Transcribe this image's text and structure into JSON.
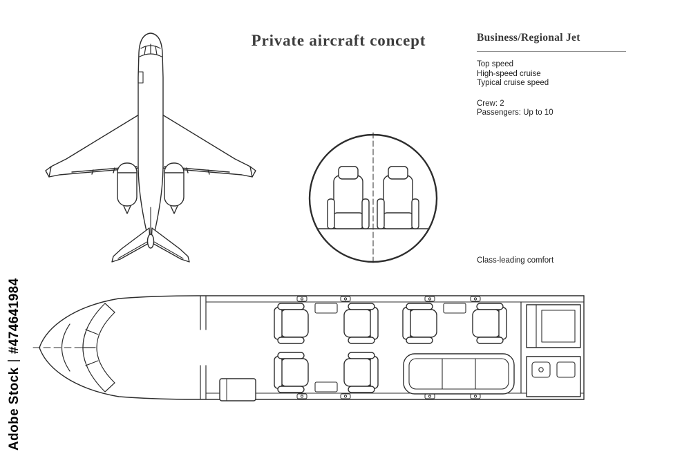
{
  "watermark": {
    "brand": "Adobe Stock",
    "separator": "|",
    "asset_id": "#474641984"
  },
  "title": "Private aircraft concept",
  "spec_panel": {
    "heading": "Business/Regional Jet",
    "performance_lines": [
      "Top speed",
      "High-speed cruise",
      "Typical cruise speed"
    ],
    "capacity_lines": [
      "Crew: 2",
      "Passengers: Up to 10"
    ]
  },
  "captions": {
    "comfort": "Class-leading comfort"
  },
  "colors": {
    "background": "#ffffff",
    "line": "#2d2d2d",
    "body_text": "#1e1e1e",
    "heading_text": "#3a3a3a",
    "divider": "#8f8f8f",
    "watermark_text": "#000000"
  }
}
